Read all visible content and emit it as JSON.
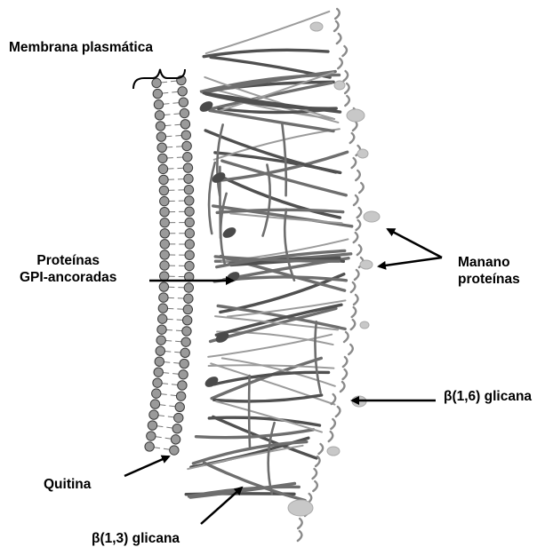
{
  "labels": {
    "membrana": "Membrana plasmática",
    "proteinas_gpi_1": "Proteínas",
    "proteinas_gpi_2": "GPI-ancoradas",
    "manano_1": "Manano",
    "manano_2": "proteínas",
    "beta16": "β(1,6) glicana",
    "quitina": "Quitina",
    "beta13": "β(1,3) glicana"
  },
  "colors": {
    "lipid_head": "#9a9a9a",
    "lipid_head_stroke": "#3a3a3a",
    "fiber_dark": "#505050",
    "fiber_mid": "#6e6e6e",
    "fiber_light": "#9c9c9c",
    "mannan_blob": "#c8c8c8",
    "arrow": "#000000"
  }
}
